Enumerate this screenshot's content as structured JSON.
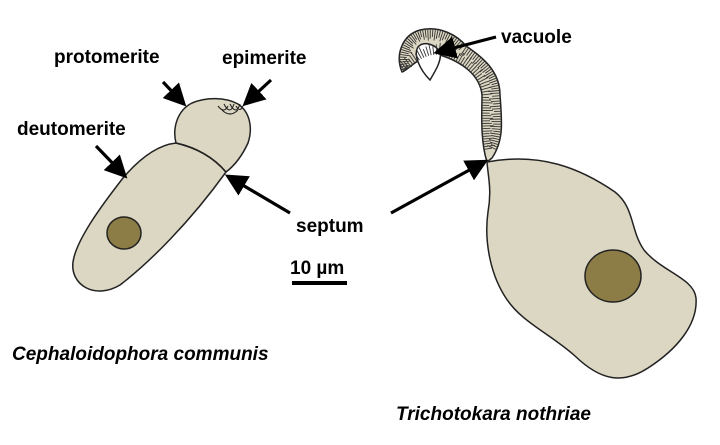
{
  "colors": {
    "cell_fill": "#DCD7C2",
    "nucleus_fill": "#8C7C45",
    "outline": "#222222",
    "text": "#000000",
    "background": "#FFFFFF"
  },
  "labels": {
    "protomerite": "protomerite",
    "epimerite": "epimerite",
    "deutomerite": "deutomerite",
    "vacuole": "vacuole",
    "septum": "septum",
    "scale_bar": "10 µm"
  },
  "species": {
    "left": "Cephaloidophora communis",
    "right": "Trichotokara nothriae"
  }
}
